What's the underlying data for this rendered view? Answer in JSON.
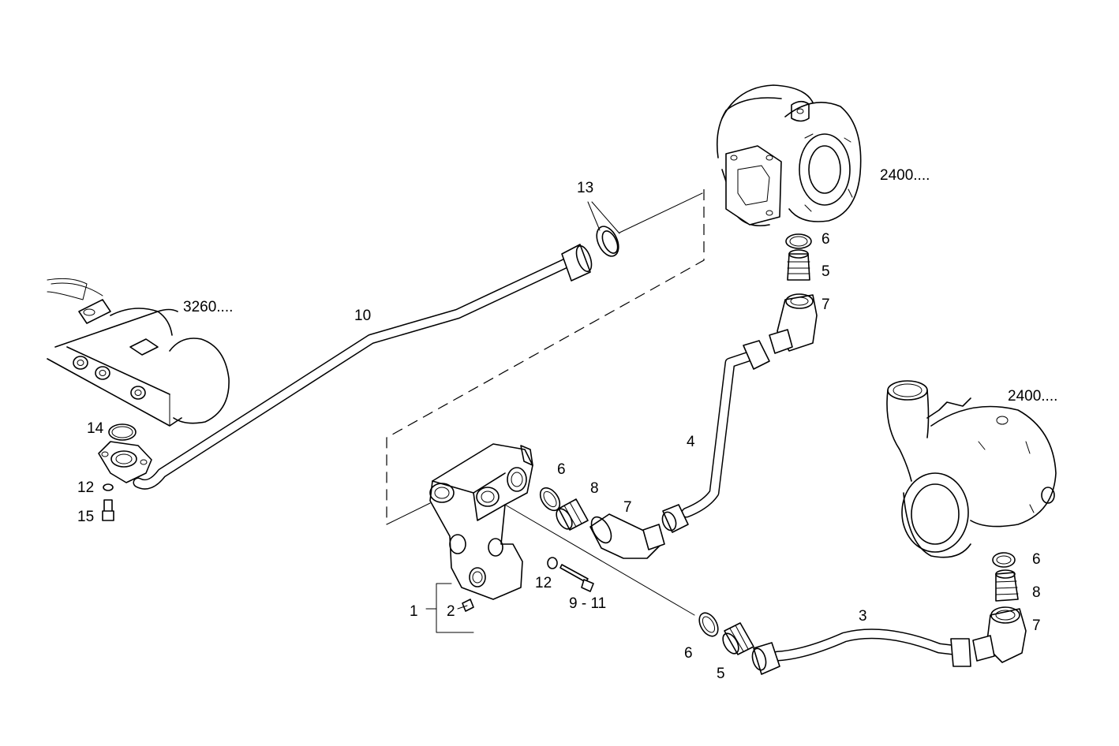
{
  "diagram": {
    "references": {
      "engine_block": "3260....",
      "turbocharger_upper": "2400....",
      "turbocharger_lower": "2400...."
    },
    "labels": {
      "pipe_10": "10",
      "clamps_13": "13",
      "seal_14": "14",
      "washer_12_left": "12",
      "screw_15": "15",
      "seal_6_top": "6",
      "union_5_top": "5",
      "elbow_7_top": "7",
      "pipe_4": "4",
      "seal_6_mid": "6",
      "union_8_mid": "8",
      "elbow_7_mid": "7",
      "block_1": "1",
      "plug_2": "2",
      "washer_12_mid": "12",
      "screw_9_11": "9 - 11",
      "seal_6_low": "6",
      "union_5_low": "5",
      "pipe_3": "3",
      "seal_6_right": "6",
      "union_8_right": "8",
      "elbow_7_right": "7"
    }
  }
}
